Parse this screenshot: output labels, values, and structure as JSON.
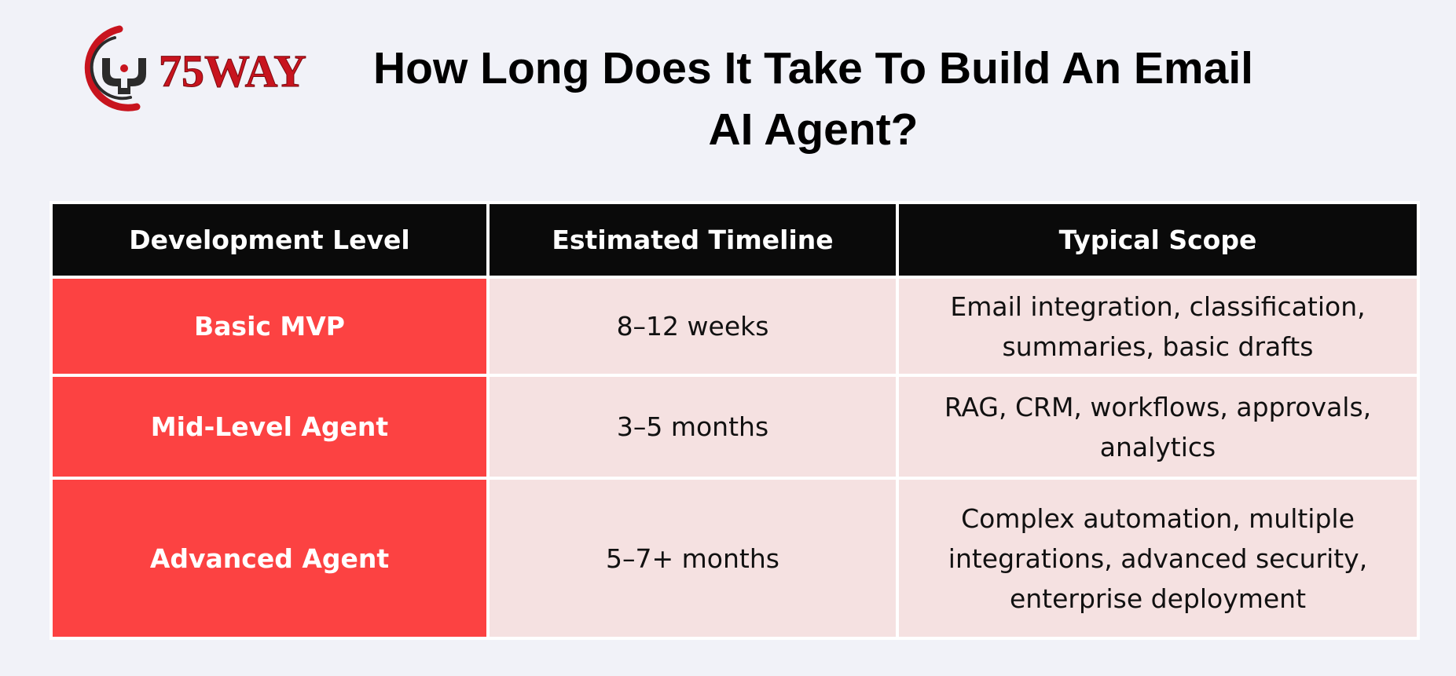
{
  "brand": {
    "logo_text": "75WAY",
    "colors": {
      "accent_red": "#c8141e",
      "dark": "#2b2b2b"
    }
  },
  "title": {
    "line1": "How Long Does It Take To Build An Email",
    "line2": "AI Agent?"
  },
  "table": {
    "headers": [
      "Development Level",
      "Estimated Timeline",
      "Typical Scope"
    ],
    "rows": [
      {
        "level": "Basic MVP",
        "timeline": "8–12 weeks",
        "scope": "Email integration, classification, summaries, basic drafts"
      },
      {
        "level": "Mid-Level Agent",
        "timeline": "3–5 months",
        "scope": "RAG, CRM, workflows, approvals, analytics"
      },
      {
        "level": "Advanced Agent",
        "timeline": "5–7+ months",
        "scope": "Complex automation, multiple integrations, advanced security, enterprise deployment"
      }
    ],
    "colors": {
      "header_bg": "#0a0a0a",
      "level_bg": "#fc4242",
      "cell_bg": "#f5e1e1",
      "page_bg": "#f1f2f8"
    }
  }
}
